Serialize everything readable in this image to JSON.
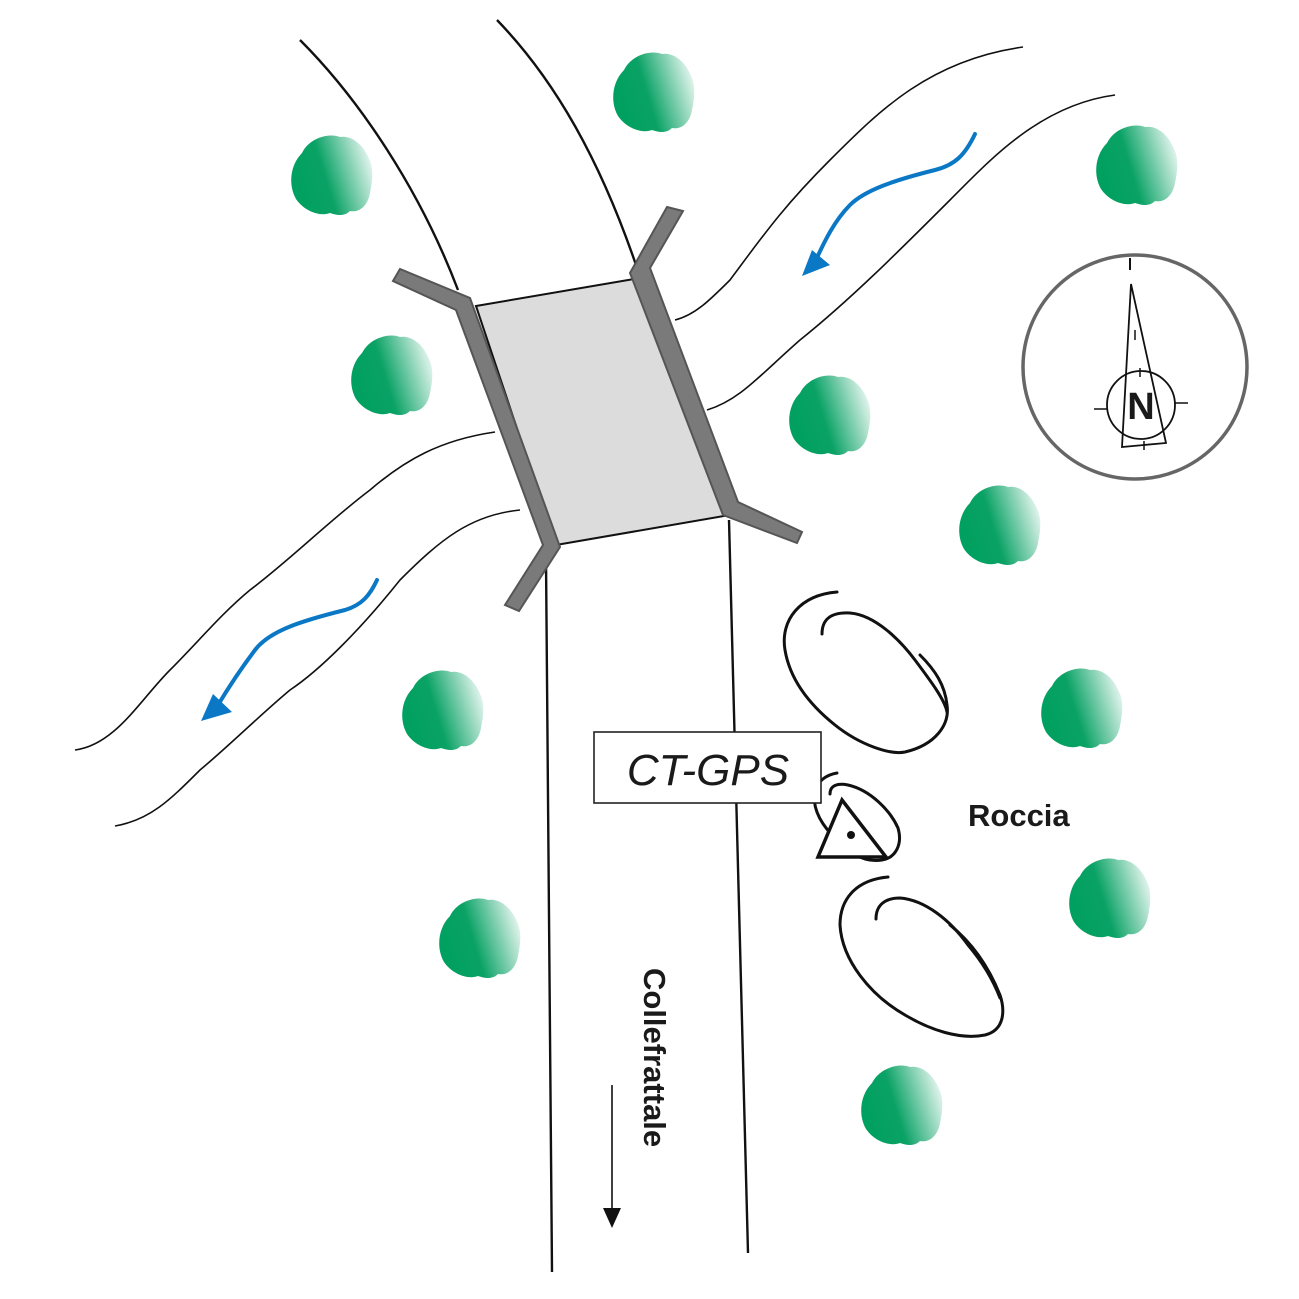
{
  "map": {
    "station_label": "CT-GPS",
    "rock_label": "Roccia",
    "direction_label": "Collefrattale",
    "compass_letter": "N"
  },
  "colors": {
    "tree": "#00a060",
    "tree_light": "#ffffff",
    "water_flow": "#0b78c6",
    "bridge_deck": "#dcdcdc",
    "bridge_abutment": "#7a7a7a",
    "compass_ring": "#666666"
  },
  "legend_icons": {
    "station": "triangle-with-dot-icon",
    "compass": "north-arrow-icon",
    "tree": "tree-icon",
    "flow": "flow-arrow-icon"
  }
}
